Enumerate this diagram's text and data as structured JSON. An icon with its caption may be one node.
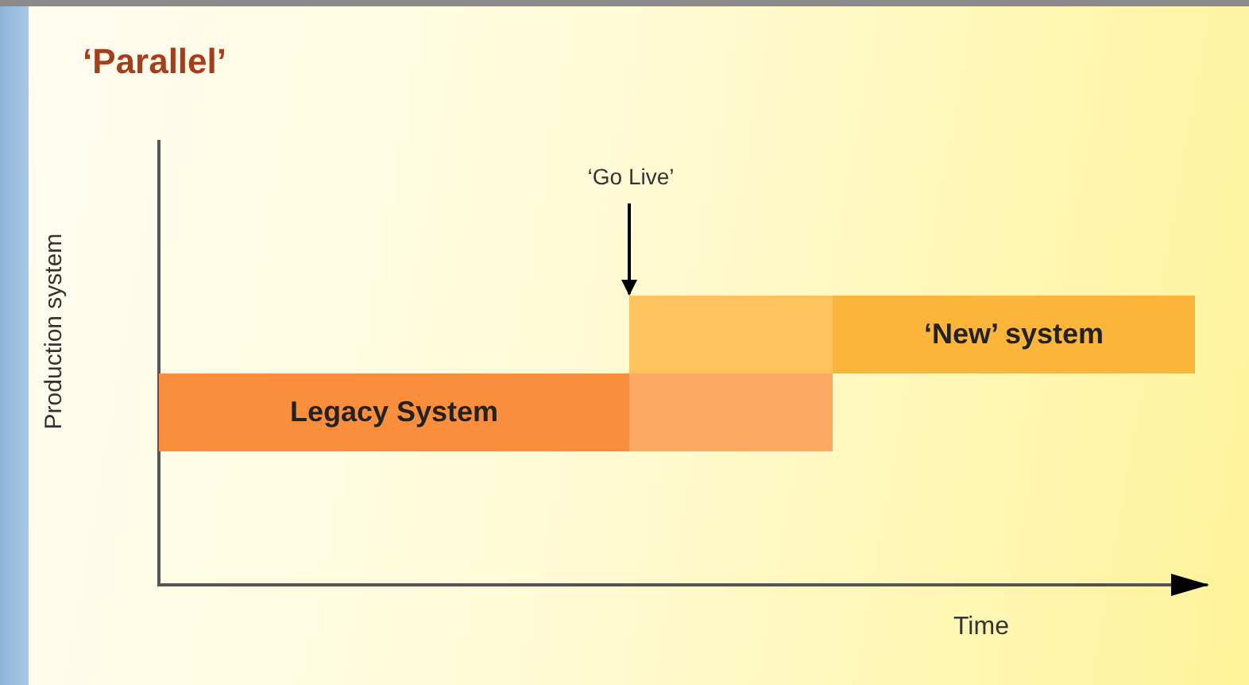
{
  "diagram": {
    "title": "‘Parallel’",
    "nodes": [
      {
        "text": [
          "‘Go Live’"
        ]
      },
      {
        "text": [
          "‘New’ system"
        ]
      },
      {
        "text": [
          "Legacy System"
        ]
      }
    ],
    "edges": [
      {
        "from": 0,
        "to": 1,
        "arrow": "to"
      }
    ],
    "labels": [
      "Production system",
      "Time"
    ]
  }
}
